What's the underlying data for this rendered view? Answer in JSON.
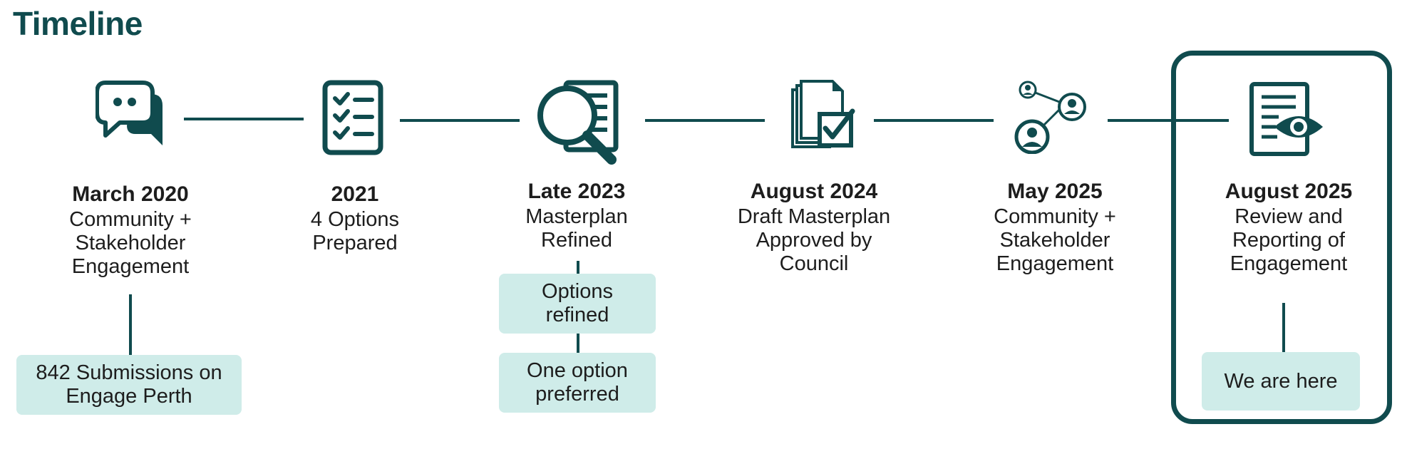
{
  "title": "Timeline",
  "steps": [
    {
      "date": "March 2020",
      "desc": [
        "Community +",
        "Stakeholder",
        "Engagement"
      ],
      "icon": "chat-bubbles-icon"
    },
    {
      "date": "2021",
      "desc": [
        "4 Options",
        "Prepared"
      ],
      "icon": "checklist-icon"
    },
    {
      "date": "Late 2023",
      "desc": [
        "Masterplan",
        "Refined"
      ],
      "icon": "magnifier-document-icon"
    },
    {
      "date": "August 2024",
      "desc": [
        "Draft Masterplan",
        "Approved by",
        "Council"
      ],
      "icon": "approved-documents-icon"
    },
    {
      "date": "May 2025",
      "desc": [
        "Community +",
        "Stakeholder",
        "Engagement"
      ],
      "icon": "people-network-icon"
    },
    {
      "date": "August 2025",
      "desc": [
        "Review and",
        "Reporting of",
        "Engagement"
      ],
      "icon": "document-eye-icon"
    }
  ],
  "notes": {
    "submissions": [
      "842 Submissions on",
      "Engage Perth"
    ],
    "options_refined": [
      "Options",
      "refined"
    ],
    "option_preferred": [
      "One option",
      "preferred"
    ],
    "we_are_here": "We are here"
  },
  "colors": {
    "primary": "#104b4e",
    "note_bg": "#cfece9"
  }
}
